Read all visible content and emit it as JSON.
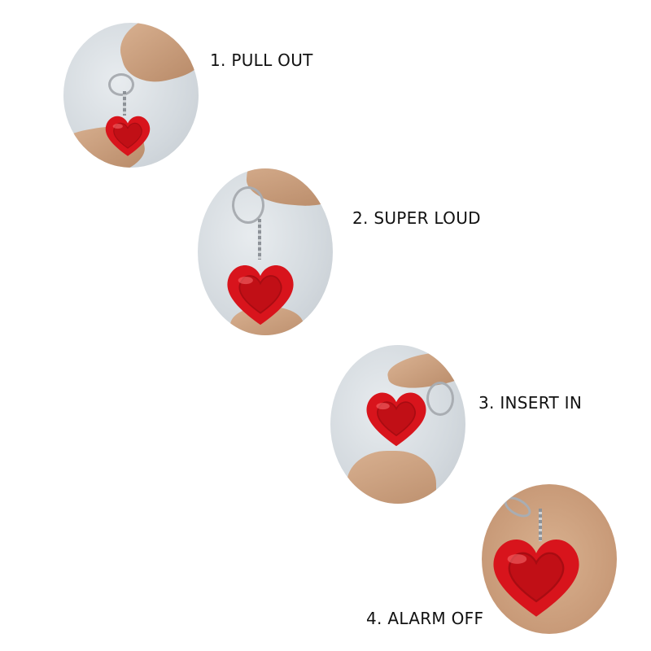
{
  "steps": [
    {
      "number": 1,
      "label": "1. PULL OUT",
      "photo": "hand-pulling-pin-from-heart-alarm"
    },
    {
      "number": 2,
      "label": "2. SUPER LOUD",
      "photo": "heart-alarm-hanging-from-keyring"
    },
    {
      "number": 3,
      "label": "3. INSERT IN",
      "photo": "inserting-pin-into-heart-alarm"
    },
    {
      "number": 4,
      "label": "4. ALARM OFF",
      "photo": "heart-alarm-resting-on-palm"
    }
  ],
  "colors": {
    "heart_red": "#d8141c",
    "heart_inner": "#c10f16",
    "text": "#111111",
    "background": "#ffffff"
  }
}
